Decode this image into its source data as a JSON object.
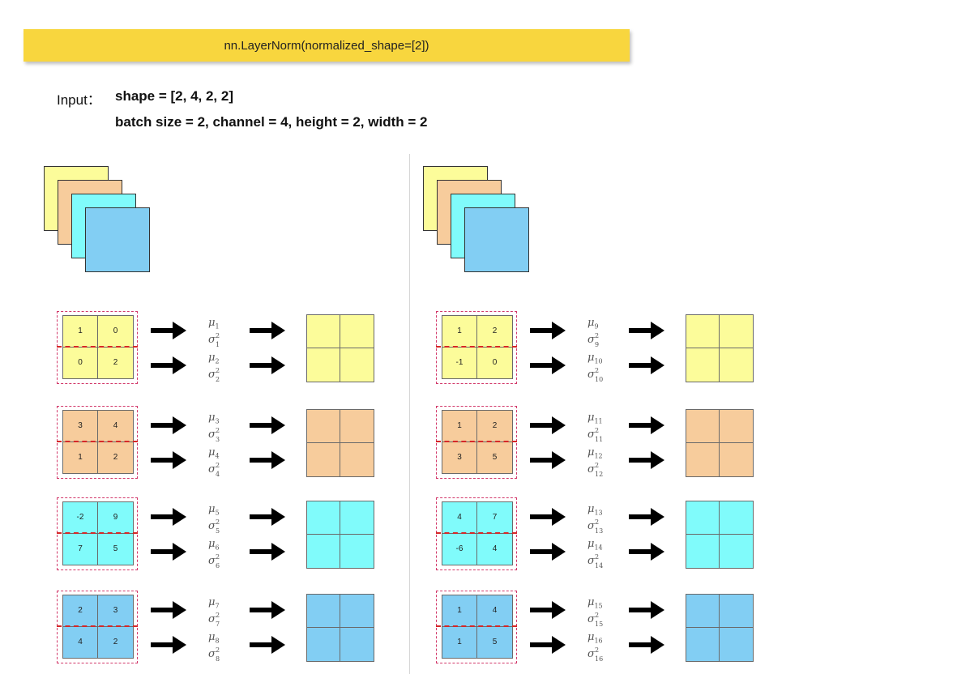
{
  "banner": {
    "text": "nn.LayerNorm(normalized_shape=[2])"
  },
  "input": {
    "label": "Input：",
    "shape_line": "shape = [2, 4, 2, 2]",
    "dims_line": "batch size = 2,   channel = 4,   height = 2,   width = 2"
  },
  "colors": {
    "yellow": "#fcfc9a",
    "orange": "#f7cc9c",
    "cyan": "#80fbfb",
    "blue": "#82cef3",
    "dash": "#d2386a",
    "banner": "#f8d63e"
  },
  "batches": [
    {
      "channels": [
        {
          "color": "yellow",
          "values": [
            "1",
            "0",
            "0",
            "2"
          ],
          "mu": [
            "1",
            "2"
          ]
        },
        {
          "color": "orange",
          "values": [
            "3",
            "4",
            "1",
            "2"
          ],
          "mu": [
            "3",
            "4"
          ]
        },
        {
          "color": "cyan",
          "values": [
            "-2",
            "9",
            "7",
            "5"
          ],
          "mu": [
            "5",
            "6"
          ]
        },
        {
          "color": "blue",
          "values": [
            "2",
            "3",
            "4",
            "2"
          ],
          "mu": [
            "7",
            "8"
          ]
        }
      ]
    },
    {
      "channels": [
        {
          "color": "yellow",
          "values": [
            "1",
            "2",
            "-1",
            "0"
          ],
          "mu": [
            "9",
            "10"
          ]
        },
        {
          "color": "orange",
          "values": [
            "1",
            "2",
            "3",
            "5"
          ],
          "mu": [
            "11",
            "12"
          ]
        },
        {
          "color": "cyan",
          "values": [
            "4",
            "7",
            "-6",
            "4"
          ],
          "mu": [
            "13",
            "14"
          ]
        },
        {
          "color": "blue",
          "values": [
            "1",
            "4",
            "1",
            "5"
          ],
          "mu": [
            "15",
            "16"
          ]
        }
      ]
    }
  ],
  "symbols": {
    "mu": "μ",
    "sigma": "σ",
    "square": "2"
  }
}
